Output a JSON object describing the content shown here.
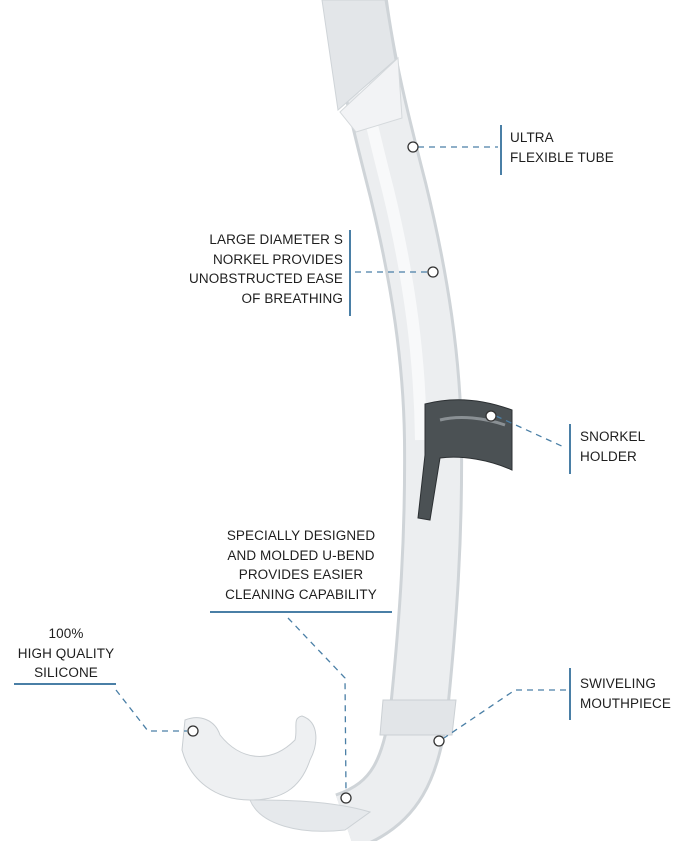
{
  "colors": {
    "accent": "#4a7fa6",
    "tube": "#e9ebed",
    "holder": "#3f4447"
  },
  "callouts": [
    {
      "id": "tube",
      "lines": [
        "ULTRA",
        "FLEXIBLE TUBE"
      ]
    },
    {
      "id": "diameter",
      "lines": [
        "LARGE DIAMETER S",
        "NORKEL PROVIDES",
        "UNOBSTRUCTED EASE",
        "OF BREATHING"
      ]
    },
    {
      "id": "holder",
      "lines": [
        "SNORKEL",
        "HOLDER"
      ]
    },
    {
      "id": "ubend",
      "lines": [
        "SPECIALLY DESIGNED",
        "AND MOLDED U-BEND",
        "PROVIDES EASIER",
        "CLEANING CAPABILITY"
      ]
    },
    {
      "id": "silicone",
      "lines": [
        "100%",
        "HIGH QUALITY",
        "SILICONE"
      ]
    },
    {
      "id": "mouthpiece",
      "lines": [
        "SWIVELING",
        "MOUTHPIECE"
      ]
    }
  ]
}
